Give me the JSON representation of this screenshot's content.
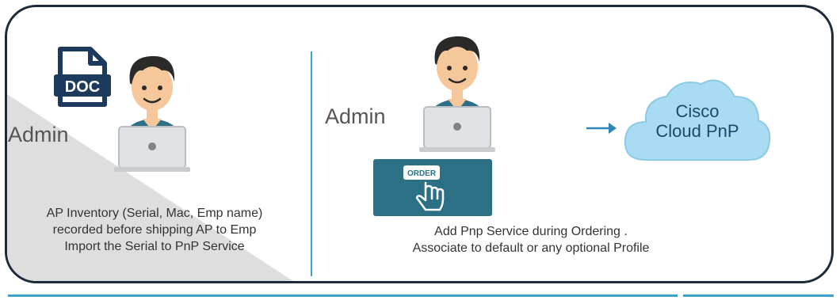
{
  "left_panel": {
    "role_label": "Admin",
    "doc_icon_label": "DOC",
    "caption_lines": [
      "AP Inventory (Serial, Mac, Emp name)",
      "recorded before shipping AP to Emp",
      "Import the Serial to PnP Service"
    ]
  },
  "right_panel": {
    "role_label": "Admin",
    "order_button_label": "ORDER",
    "cloud_lines": [
      "Cisco",
      "Cloud PnP"
    ],
    "caption_lines": [
      "Add Pnp Service during Ordering .",
      "Associate to default or any optional Profile"
    ]
  },
  "colors": {
    "frame_border": "#1d2a3a",
    "divider": "#3ea0cf",
    "order_tile": "#2b7085",
    "cloud_fill": "#a9dcf2",
    "shirt": "#2d6f86",
    "hair": "#2b2a29",
    "skin": "#f6c79a"
  },
  "icons": [
    "doc-icon",
    "person-icon",
    "laptop-icon",
    "order-icon",
    "hand-pointer-icon",
    "arrow-right-icon",
    "cloud-icon"
  ]
}
